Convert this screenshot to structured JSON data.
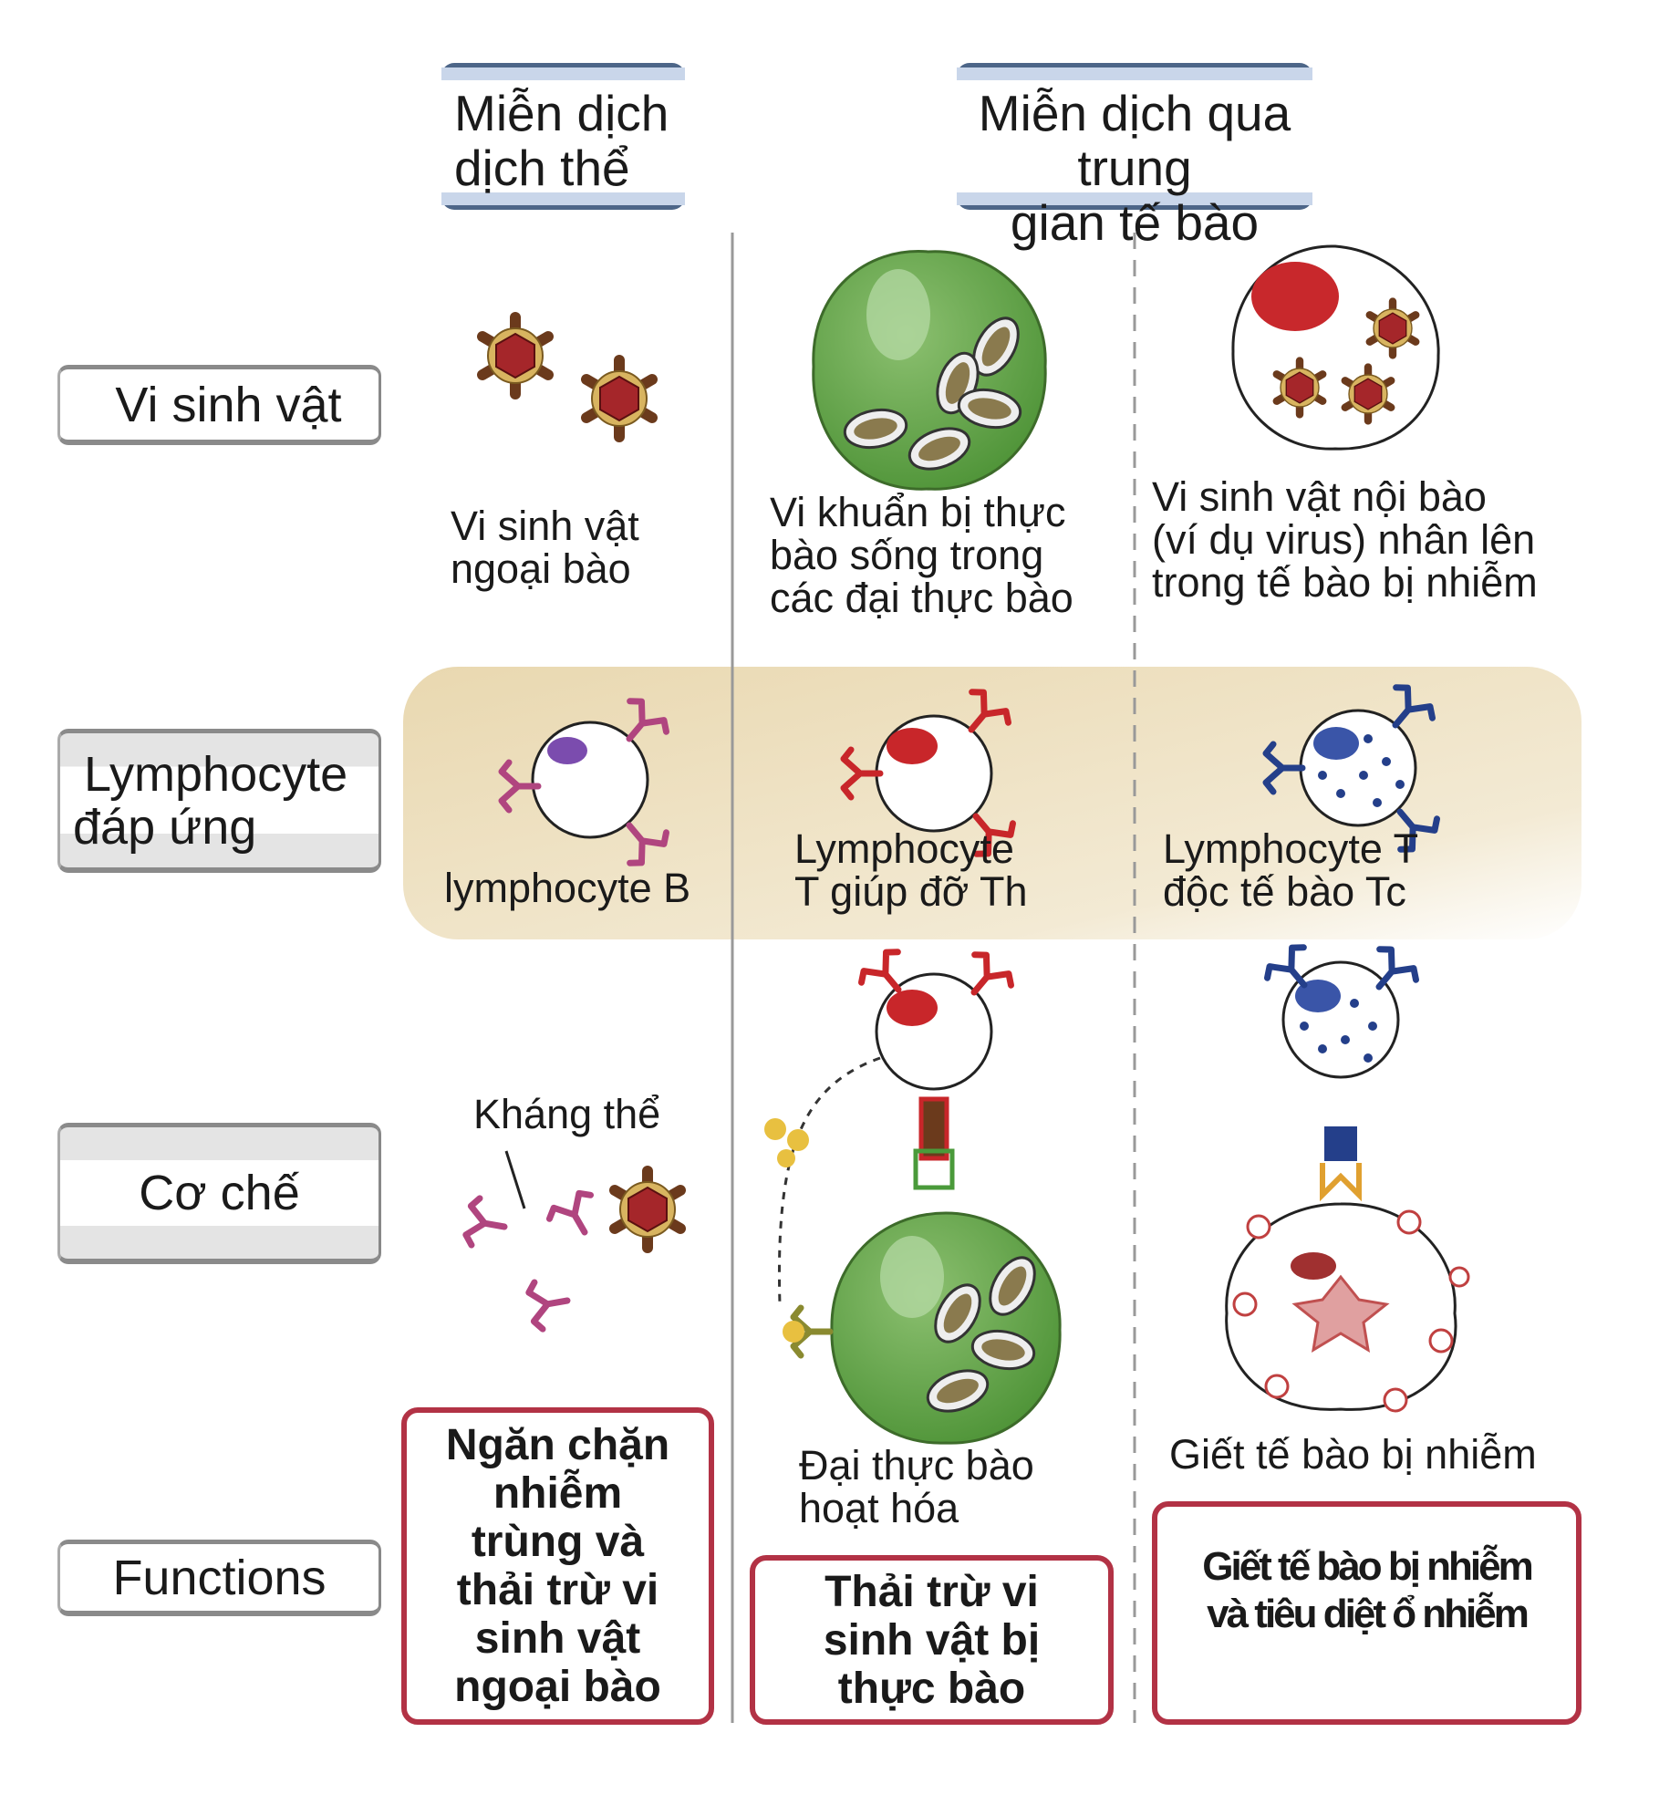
{
  "columns": {
    "humoral": [
      "Miễn dịch",
      "dịch thể"
    ],
    "cell_mediated": [
      "Miễn dịch qua trung",
      "gian tế bào"
    ]
  },
  "rows": {
    "microbe": "Vi sinh vật",
    "lymphocyte": [
      "Lymphocyte",
      "đáp ứng"
    ],
    "mechanism": "Cơ chế",
    "functions": "Functions"
  },
  "microbes": {
    "extracellular": [
      "Vi sinh vật",
      "ngoại bào"
    ],
    "phagocytosed": [
      "Vi khuẩn bị thực",
      "bào sống trong",
      "các đại thực bào"
    ],
    "intracellular": [
      "Vi sinh vật nội bào",
      "(ví dụ virus)  nhân lên",
      "trong tế bào bị nhiễm"
    ]
  },
  "lymphocytes": {
    "b_cell": "lymphocyte B",
    "helper_t": [
      "Lymphocyte",
      "T giúp đỡ Th"
    ],
    "cytotoxic_t": [
      "Lymphocyte T",
      "độc tế bào Tc"
    ]
  },
  "mechanisms": {
    "antibody": "Kháng thể",
    "activated_macrophage": [
      "Đại thực bào",
      "hoạt hóa"
    ],
    "kill_infected": "Giết tế bào bị nhiễm"
  },
  "functions": {
    "humoral": [
      "Ngăn chặn",
      "nhiễm",
      "trùng và",
      "thải trừ vi",
      "sinh vật",
      "ngoại bào"
    ],
    "helper": [
      "Thải trừ vi",
      "sinh vật bị",
      "thực bào"
    ],
    "cytotoxic": [
      "Giết tế bào bị nhiễm",
      "và tiêu diệt ổ nhiễm"
    ]
  },
  "colors": {
    "header_border": "#4d6688",
    "header_fill": "#c9d6ea",
    "function_border": "#b23245",
    "lymphocyte_band": "#efe2c2",
    "macrophage": "#6aa852",
    "b_cell_receptor": "#b0457f",
    "th_receptor": "#c8262a",
    "tc_receptor": "#243f8a"
  }
}
